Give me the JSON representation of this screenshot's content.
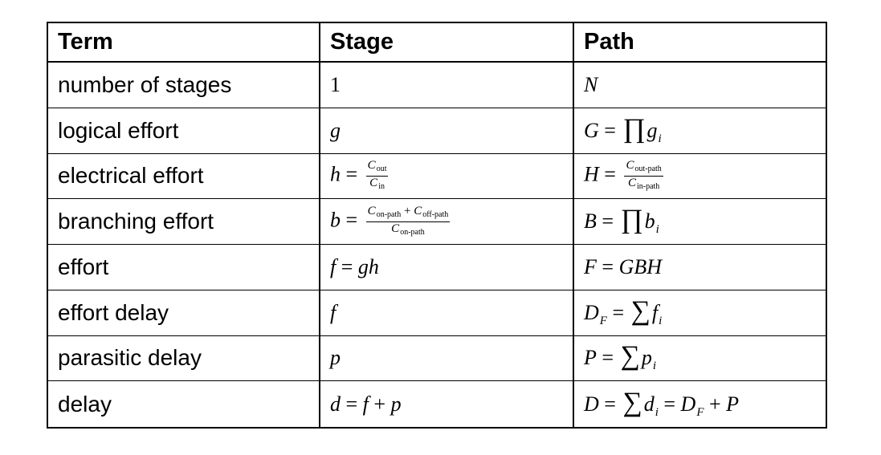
{
  "headers": [
    "Term",
    "Stage",
    "Path"
  ],
  "rows": [
    {
      "term": "number of stages",
      "stage": "1",
      "path": "N"
    },
    {
      "term": "logical effort",
      "stage": "g",
      "path": "G = ∏gi"
    },
    {
      "term": "electrical effort",
      "stage": "h = Cout/Cin",
      "path": "H = Cout-path/Cin-path"
    },
    {
      "term": "branching effort",
      "stage": "b = (Con-path + Coff-path)/Con-path",
      "path": "B = ∏bi"
    },
    {
      "term": "effort",
      "stage": "f = gh",
      "path": "F = GBH"
    },
    {
      "term": "effort delay",
      "stage": "f",
      "path": "DF = ∑fi"
    },
    {
      "term": "parasitic delay",
      "stage": "p",
      "path": "P = ∑pi"
    },
    {
      "term": "delay",
      "stage": "d = f + p",
      "path": "D = ∑di = DF + P"
    }
  ],
  "sym": {
    "one": "1",
    "N": "N",
    "g": "g",
    "G": "G",
    "eq": " = ",
    "prod": "∏",
    "sum": "∑",
    "plus": " + ",
    "h": "h",
    "H": "H",
    "C": "C",
    "out": "out",
    "in": "in",
    "out_path": "out-path",
    "in_path": "in-path",
    "b": "b",
    "B": "B",
    "on_path": "on-path",
    "off_path": "off-path",
    "i": "i",
    "f": "f",
    "gh": "gh",
    "F": "F",
    "GBH": "GBH",
    "D": "D",
    "p": "p",
    "P": "P",
    "d": "d"
  }
}
